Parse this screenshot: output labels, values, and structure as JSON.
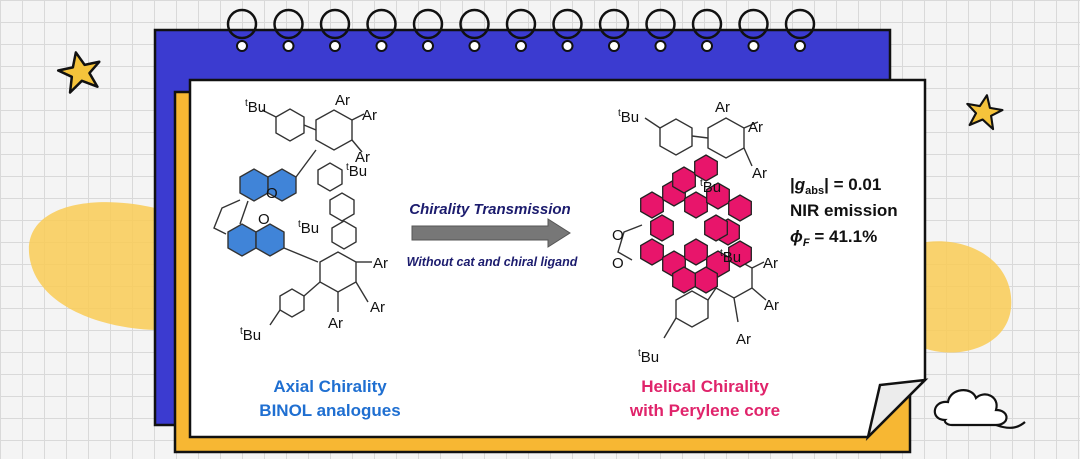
{
  "left_molecule": {
    "labels": {
      "tbu_top": "Bu",
      "tbu_mid": "Bu",
      "tbu_inner": "Bu",
      "tbu_bottom": "Bu",
      "t_prefix": "t",
      "ar_1": "Ar",
      "ar_2": "Ar",
      "ar_3": "Ar",
      "ar_4": "Ar",
      "ar_5": "Ar",
      "ar_6": "Ar",
      "o_1": "O",
      "o_2": "O"
    },
    "caption_line1": "Axial Chirality",
    "caption_line2": "BINOL analogues",
    "highlight_color": "#1f6fd1"
  },
  "arrow": {
    "top_text": "Chirality Transmission",
    "bottom_text": "Without cat and chiral ligand"
  },
  "right_molecule": {
    "labels": {
      "tbu_top": "Bu",
      "tbu_mid": "Bu",
      "tbu_inner": "Bu",
      "tbu_bottom": "Bu",
      "t_prefix": "t",
      "ar_1": "Ar",
      "ar_2": "Ar",
      "ar_3": "Ar",
      "ar_4": "Ar",
      "ar_5": "Ar",
      "ar_6": "Ar",
      "o_1": "O",
      "o_2": "O"
    },
    "caption_line1": "Helical Chirality",
    "caption_line2": "with Perylene core",
    "highlight_color": "#e8156b"
  },
  "properties": {
    "g_bar_open": "|",
    "g_symbol": "g",
    "g_sub": "abs",
    "g_value": "| = 0.01",
    "emission": "NIR emission",
    "phi_symbol": "ϕ",
    "phi_sub": "F",
    "phi_value": " = 41.1%"
  },
  "decor": {
    "star_icon_color": "#f5c33b",
    "notebook_blue": "#3b3bd0",
    "notebook_orange": "#f7b733",
    "blob_color": "#f9cb55"
  }
}
